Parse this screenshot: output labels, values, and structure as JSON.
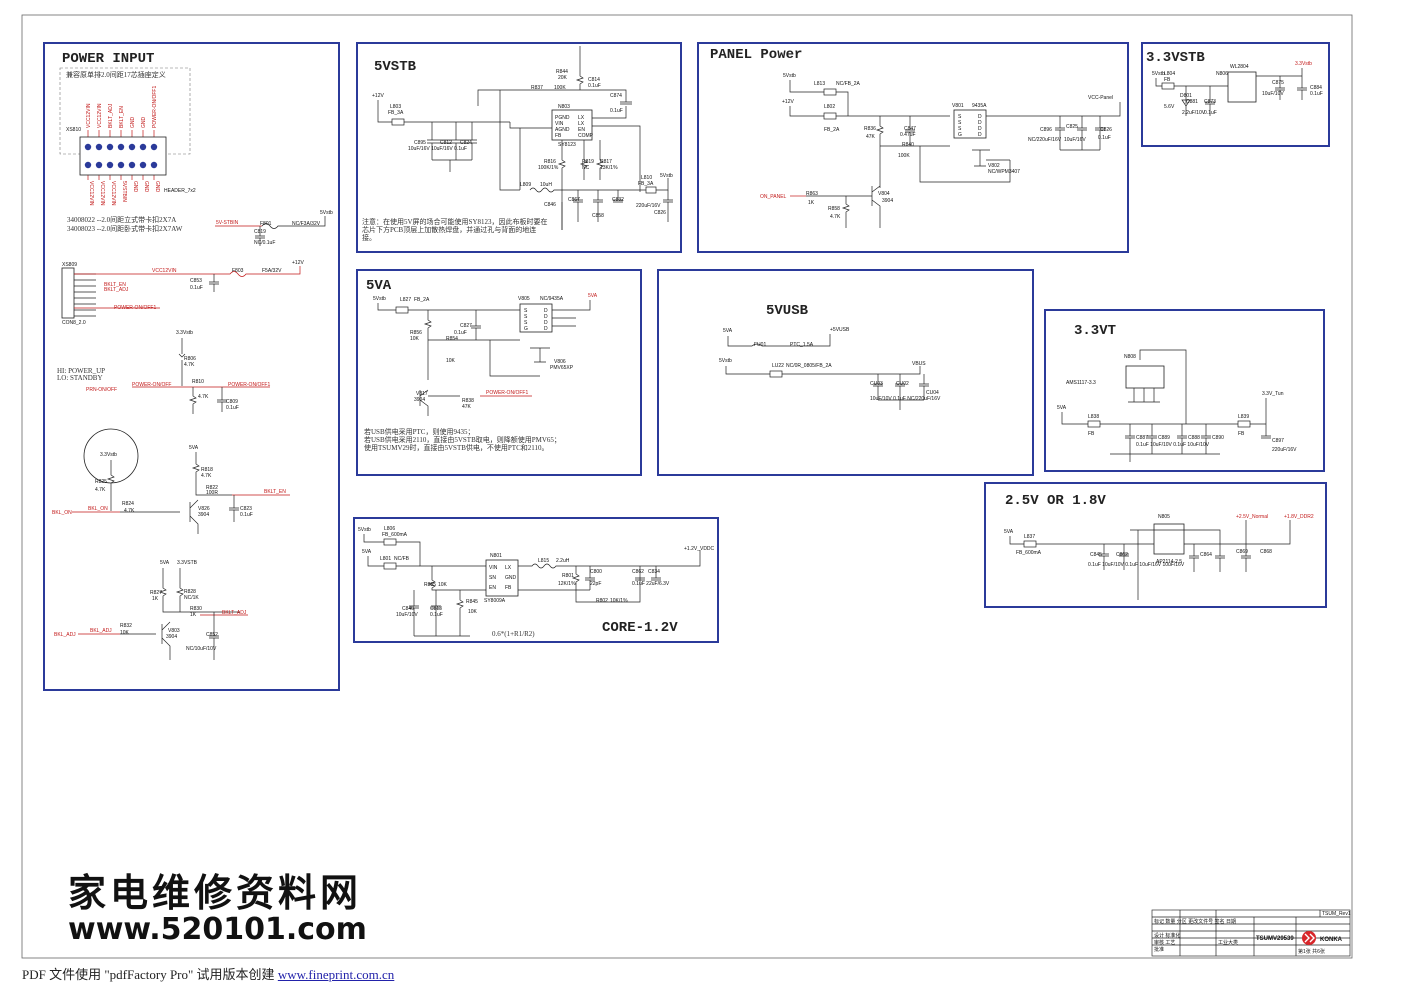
{
  "sections": {
    "power_input": {
      "title": "POWER INPUT",
      "subtitle": "兼容原单排2.0间距17芯插座定义",
      "connector": "XS810",
      "header_label": "HEADER_7x2",
      "pins_top": [
        "VCC12VIN",
        "VCC12VIN",
        "BKLT_ADJ",
        "BKLT_EN",
        "GND",
        "GND",
        "POWER-ON/OFF1"
      ],
      "pins_bottom": [
        "VCC12VIN",
        "VCC12VIN",
        "VCC12VIN",
        "5VSTBIN",
        "GND",
        "GND",
        "GND"
      ],
      "note1": "34008022 --2.0间距立式带卡扣2X7A",
      "note2": "34008023 --2.0间距卧式带卡扣2X7AW",
      "fuse_net": "5V-STBIN",
      "fuse": "F801",
      "fuse_value": "NC/F3A/32V",
      "fuse_out": "5Vstb",
      "cap_c819": "C819",
      "cap_c819_val": "NC/0.1uF",
      "con8": "XS809",
      "con8_type": "CON8_2.0",
      "vcc12": "VCC12VIN",
      "f803": "F803",
      "f803_val": "F5A/32V",
      "plus12": "+12V",
      "c853": "C853",
      "c853_val": "0.1uF",
      "bklt_en": "BKLT_EN",
      "bklt_adj": "BKLT_ADJ",
      "poweronoff1": "POWER-ON/OFF1",
      "hi_note": "HI: POWER_UP",
      "lo_note": "LO: STANDBY",
      "prn": "PRN-ON/OFF",
      "power_onoff": "POWER-ON/OFF",
      "v33": "3.3Vstb",
      "r806": "R806",
      "r806_val": "4.7K",
      "r810": "R810",
      "r810_val": "4.7K",
      "c809": "C809",
      "c809_val": "0.1uF",
      "circle_lbl": "3.3Vstb",
      "v5a": "5VA",
      "r825": "R825",
      "r825_val": "4.7K",
      "r818": "R818",
      "r818_val": "4.7K",
      "r822": "R822",
      "r822_val": "100R",
      "bkl_on": "BKL_ON",
      "r824": "R824",
      "r824_val": "4.7K",
      "v826": "V826",
      "v826_val": "3904",
      "c823": "C823",
      "c823_val": "0.1uF",
      "v33stb": "3.3VSTB",
      "r827": "R827",
      "r827_val": "1K",
      "r828": "R828",
      "r828_val": "NC/1K",
      "r830": "R830",
      "r830_val": "1K",
      "bkl_adj": "BKL_ADJ",
      "r832": "R832",
      "r832_val": "10K",
      "v803": "V803",
      "v803_val": "3904",
      "c852": "C852",
      "c852_val": "NC/10uF/10V"
    },
    "v5stb": {
      "title": "5VSTB",
      "plus12": "+12V",
      "l803": "L803",
      "l803_val": "FB_3A",
      "r844": "R844",
      "r844_val": "20K",
      "c814": "C814",
      "c814_val": "0.1uF",
      "r837": "R837",
      "r837_val": "100K",
      "c874": "C874",
      "c874_val": "0.1uF",
      "ic": "N803",
      "ic_part": "SY8123",
      "ic_pins_l": [
        "PGND",
        "VIN",
        "AGND",
        "FB"
      ],
      "ic_pins_r": [
        "LX",
        "LX",
        "EN",
        "COMP"
      ],
      "c895": "C895",
      "c812": "C812",
      "c824": "C824",
      "caps_val": "10uF/16V 10uF/16V 0.1uF",
      "r816": "R816",
      "r816_val": "100K/1%",
      "r819": "R819",
      "r819_val": "NC",
      "r817": "R817",
      "r817_val": "13K/1%",
      "l809": "L809",
      "l809_val": "10uH",
      "l810": "L810",
      "l810_val": "FB_3A",
      "out": "5Vstb",
      "c846": "C846",
      "c867": "C867",
      "c858": "C858",
      "c832": "C832",
      "c826": "C826",
      "c826_val": "220uF/16V",
      "note": "注意：在使用5V屏的场合可能使用SY8123，因此布板时要在芯片下方PCB顶层上加散热焊盘，并通过孔与背面的地连接。"
    },
    "panel": {
      "title": "PANEL Power",
      "v5": "5Vstb",
      "l813": "L813",
      "l813_val": "NC/FB_2A",
      "plus12": "+12V",
      "l802": "L802",
      "l802_val": "FB_2A",
      "v801": "V801",
      "v801_part": "9435A",
      "r836": "R836",
      "r836_val": "47K",
      "c847": "C847",
      "c847_val": "0.47uF",
      "r840": "R840",
      "r840_val": "100K",
      "v802": "V802",
      "v802_val": "NC/WPM3407",
      "vcc_panel": "VCC-Panel",
      "c896": "C896",
      "c896_val": "NC/220uF/16V",
      "c825": "C825",
      "c825_val": "10uF/16V",
      "c826": "C826",
      "c826_val": "0.1uF",
      "on_panel": "ON_PANEL",
      "r863": "R863",
      "r863_val": "1K",
      "r858": "R858",
      "r858_val": "4.7K",
      "v804": "V804",
      "v804_val": "3904"
    },
    "v33stb": {
      "title": "3.3VSTB",
      "in": "5Vstb",
      "l804": "L804",
      "l804_val": "FB",
      "ic": "N806",
      "ic_part": "WL2804",
      "out": "3.3Vstb",
      "d801": "D801",
      "d801_val": "5.6V",
      "c881": "C881",
      "c881_val": "2.2uF/10V",
      "c873": "C873",
      "c873_val": "0.1uF",
      "c875": "C875",
      "c875_val": "10uF/10V",
      "c884": "C884",
      "c884_val": "0.1uF"
    },
    "v5a": {
      "title": "5VA",
      "in": "5Vstb",
      "l827": "L827",
      "l827_val": "FB_2A",
      "ic": "V805",
      "ic_part": "NC/9435A",
      "out": "5VA",
      "r856": "R856",
      "r856_val": "10K",
      "c827": "C827",
      "c827_val": "0.1uF",
      "r854": "R854",
      "r854_val": "10K",
      "v806": "V806",
      "v806_val": "PMV65XP",
      "v817": "V817",
      "v817_val": "3904",
      "r838": "R838",
      "r838_val": "47K",
      "power_onoff": "POWER-ON/OFF1",
      "note1": "若USB供电采用PTC，则使用9435；",
      "note2": "若USB供电采用2110，直接由5VSTB取电，则降额使用PMV65；",
      "note3": "使用TSUMV29时，直接由5VSTB供电，不使用PTC和2110。"
    },
    "v5usb": {
      "title": "5VUSB",
      "in1": "5VA",
      "fu01": "FU01",
      "fu01_val": "PTC_1.5A",
      "out": "+5VUSB",
      "in2": "5Vstb",
      "lu22": "LU22",
      "lu22_val": "NC/0R_0805/FB_2A",
      "vbus": "VBUS",
      "cu03": "CU03",
      "cu02": "CU02",
      "cu04": "CU04",
      "cu_val": "10uF/10V 0.1uF NC/220uF/16V"
    },
    "v33vt": {
      "title": "3.3VT",
      "ic": "N808",
      "ic_part": "AMS1117-3.3",
      "in": "5VA",
      "l838": "L838",
      "l838_val": "FB",
      "l839": "L839",
      "l839_val": "FB",
      "out": "3.3V_Tun",
      "c887": "C887",
      "c889": "C889",
      "c888": "C888",
      "c890": "C890",
      "c897": "C897",
      "c897_val": "220uF/16V",
      "caps_val": "0.1uF 10uF/10V 0.1uF 10uF/10V"
    },
    "v25": {
      "title": "2.5V OR 1.8V",
      "in": "5VA",
      "l837": "L837",
      "l837_val": "FB_600mA",
      "ic": "N805",
      "ic_part": "AP2114-2.5",
      "out1": "+2.5V_Normal",
      "out2": "+1.8V_DDR2",
      "c845": "C845",
      "c862": "C862",
      "c864": "C864",
      "c869": "C869",
      "c868": "C868",
      "caps_val": "0.1uF 10uF/10V 0.1uF 10uF/16V 10uF/16V"
    },
    "core": {
      "title": "CORE-1.2V",
      "in1": "5Vstb",
      "l806": "L806",
      "l806_val": "FB_600mA",
      "in2": "5VA",
      "l801": "L801",
      "l801_val": "NC/FB",
      "ic": "N801",
      "ic_part": "SY8009A",
      "ic_pins_l": [
        "VIN",
        "SN",
        "EN"
      ],
      "ic_pins_r": [
        "LX",
        "GND",
        "FB"
      ],
      "l815": "L815",
      "l815_val": "2.2uH",
      "out": "+1.2V_VDDC",
      "r835": "R835",
      "r835_val": "10K",
      "r845": "R845",
      "r845_val": "10K",
      "r801": "R801",
      "r801_val": "12K/1%",
      "c800": "C800",
      "c800_val": "22pF",
      "c862": "C862",
      "c834": "C834",
      "cap_val": "0.1uF 22uF/6.3V",
      "r802": "R802",
      "r802_val": "10K/1%",
      "c840": "C840",
      "c840_val": "10uF/10V",
      "c813": "C813",
      "c813_val": "0.1uF",
      "formula": "0.6*(1+R1/R2)"
    }
  },
  "titleblock": {
    "model": "TSUMV29539",
    "brand": "KONKA",
    "row1": "标记 数量 分区 更改文件号 签名 日期",
    "row2": "设计 标准化",
    "row3": "审核 工艺",
    "row4": "批准",
    "dept": "工业大类",
    "sheet": "第1张 共6张",
    "corner": "TSUM_Rev1"
  },
  "watermark": {
    "cn": "家电维修资料网",
    "url": "www.520101.com"
  },
  "footer": {
    "pdf_prefix": "PDF 文件使用 \"pdfFactory Pro\" 试用版本创建 ",
    "pdf_link": "www.fineprint.com.cn"
  },
  "colors": {
    "frame": "#2b3a9a",
    "net": "#c21818",
    "wire": "#222222"
  }
}
